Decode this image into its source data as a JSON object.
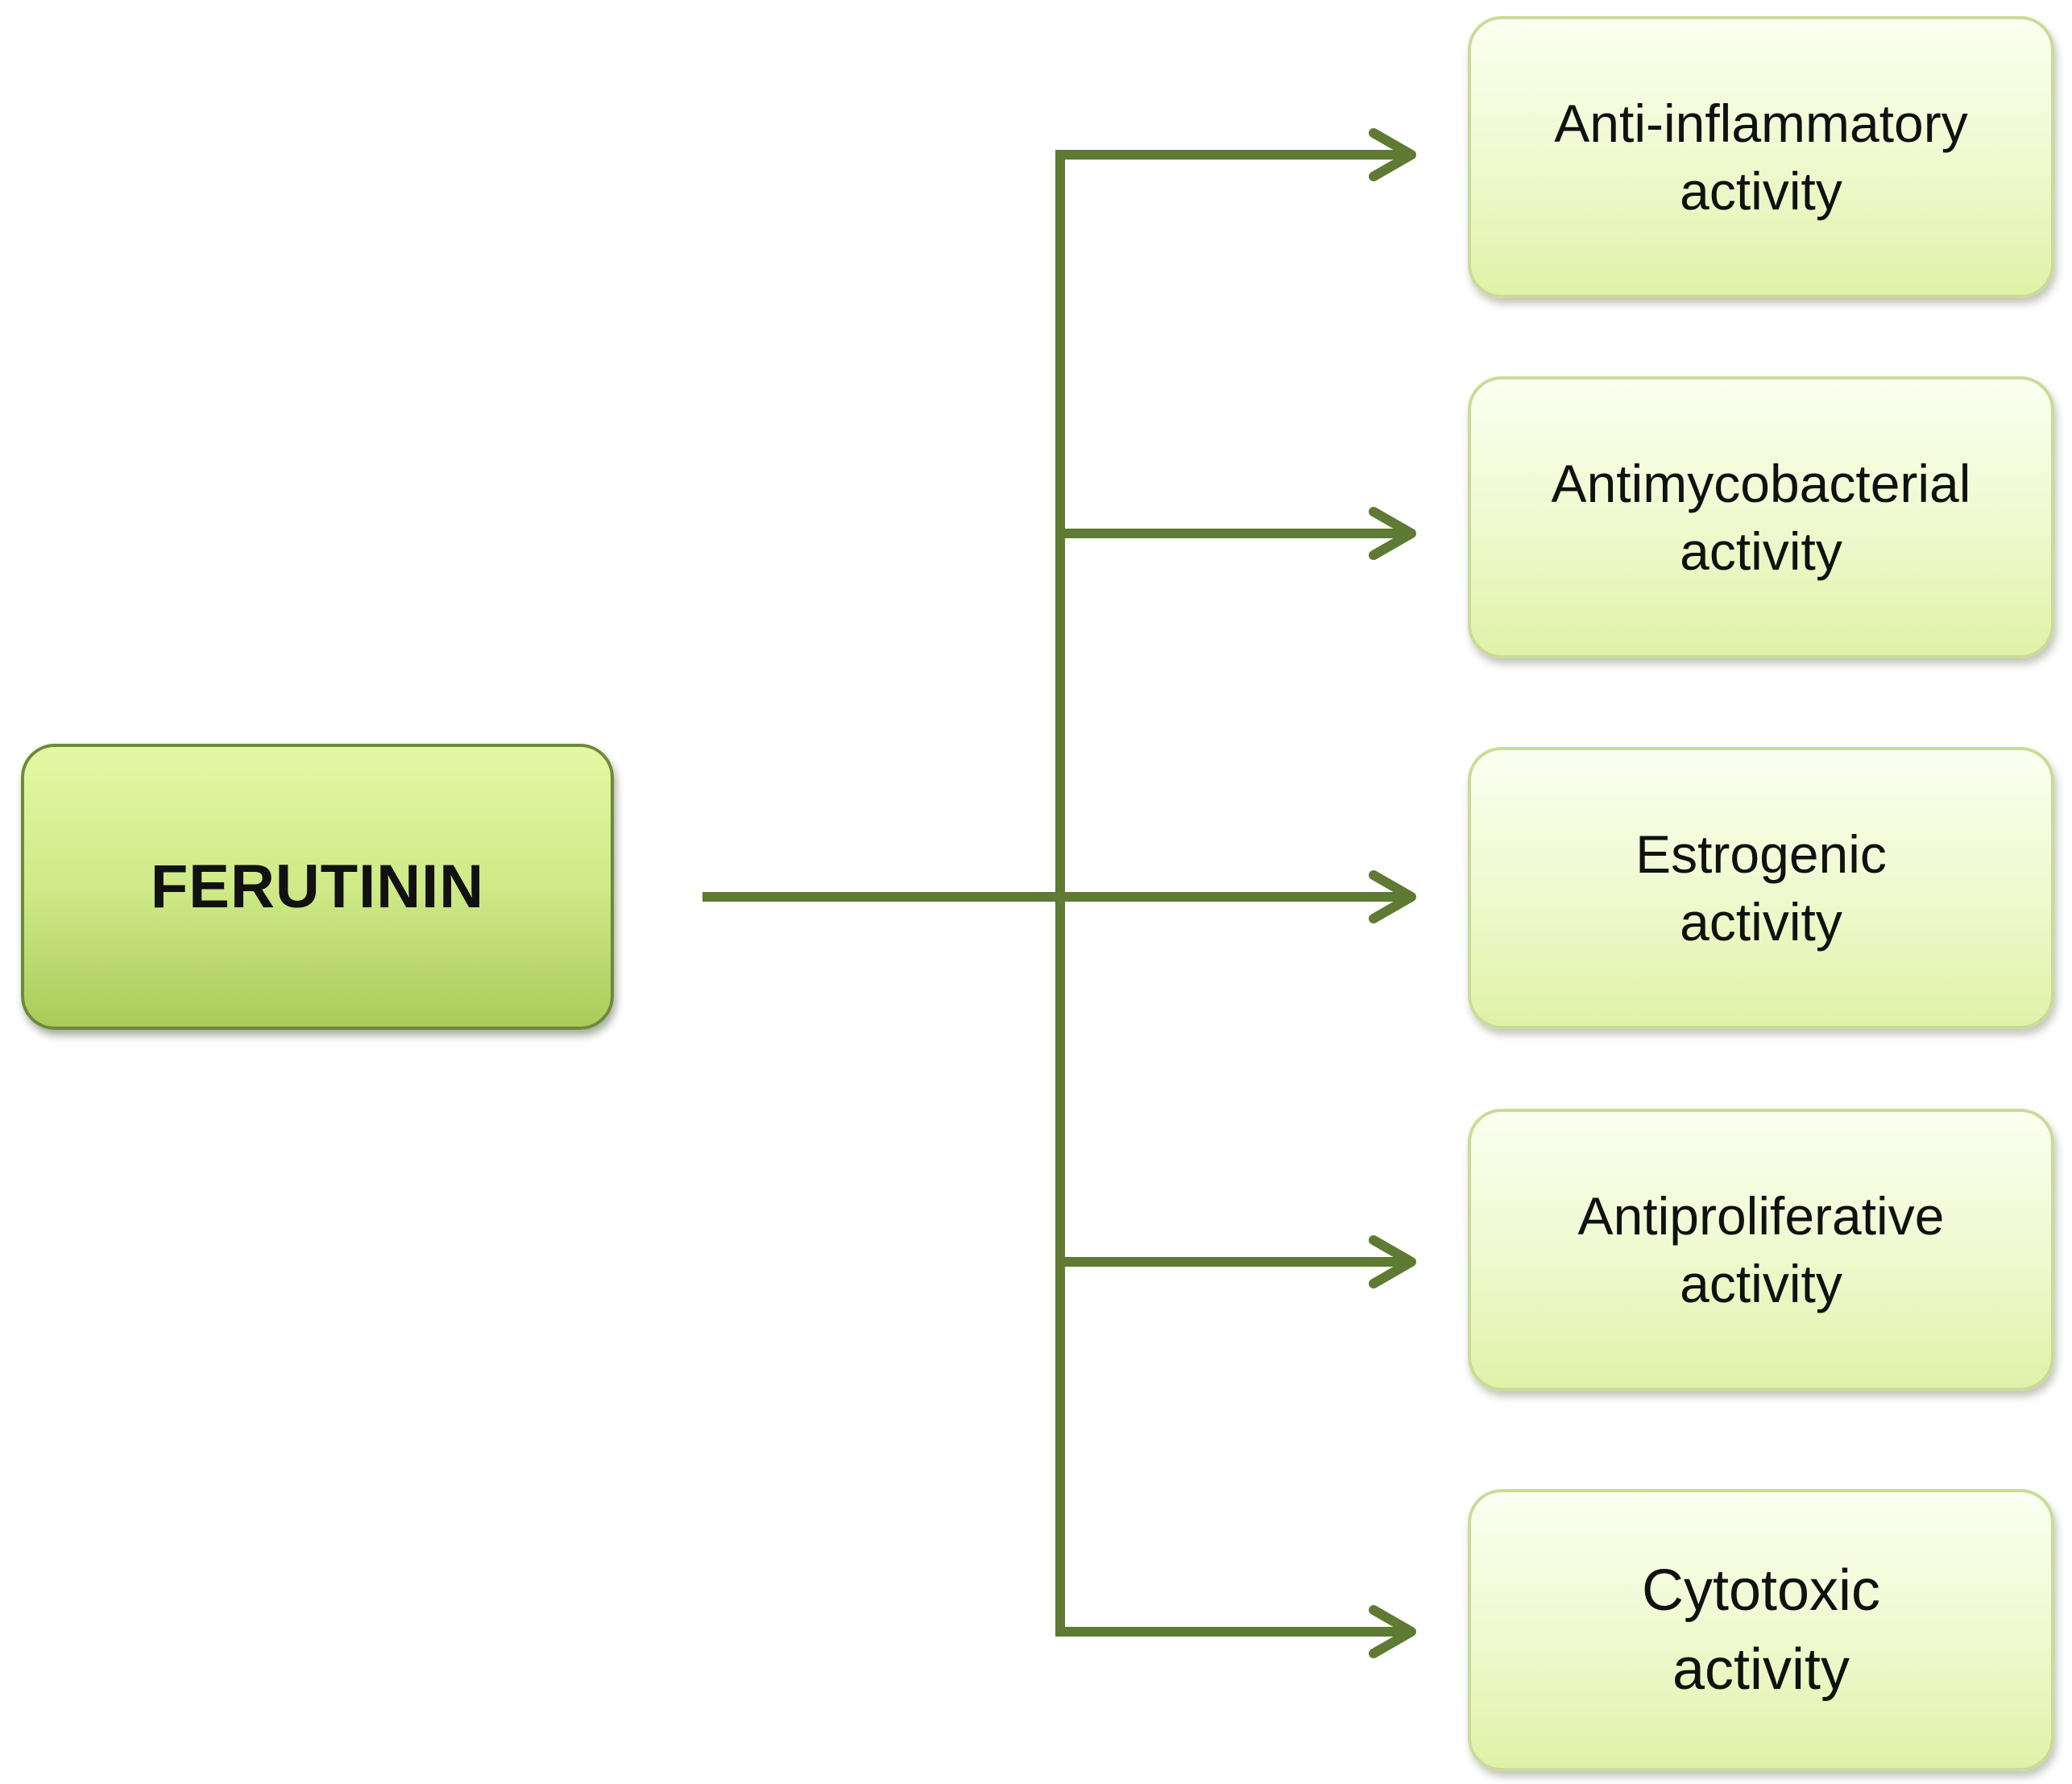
{
  "source": {
    "label": "FERUTININ"
  },
  "targets": [
    {
      "label": "Anti-inflammatory\nactivity"
    },
    {
      "label": "Antimycobacterial\nactivity"
    },
    {
      "label": "Estrogenic\nactivity"
    },
    {
      "label": "Antiproliferative\nactivity"
    },
    {
      "label": "Cytotoxic\nactivity"
    }
  ],
  "colors": {
    "connector": "#5e7a33",
    "source_fill": "#cfea88",
    "target_fill": "#eef9cd"
  }
}
